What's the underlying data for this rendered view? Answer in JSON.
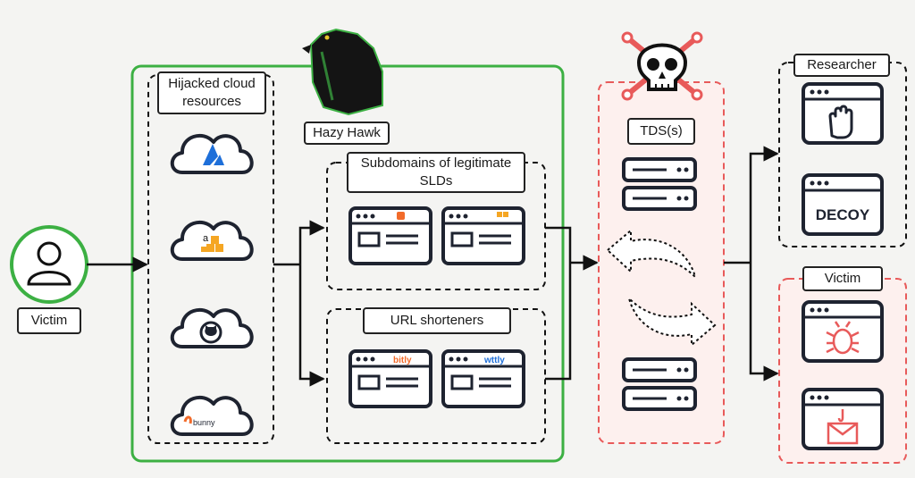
{
  "labels": {
    "victim_left": "Victim",
    "hijacked": "Hijacked cloud resources",
    "hazy_hawk": "Hazy Hawk",
    "subdomains": "Subdomains of legitimate SLDs",
    "url_shorteners": "URL shorteners",
    "tds": "TDS(s)",
    "researcher": "Researcher",
    "victim_right": "Victim",
    "decoy": "DECOY",
    "bitly": "bitly",
    "wttly": "wttly",
    "bunny": "bunny"
  },
  "cloud_providers": [
    "azure-icon",
    "aws-icon",
    "github-icon",
    "bunny-cdn-icon"
  ],
  "colors": {
    "green": "#3cb043",
    "red": "#e85a5a",
    "dark": "#1e2330",
    "azure": "#1e6fd9",
    "aws": "#f5a623",
    "blogger": "#f26b2a"
  }
}
